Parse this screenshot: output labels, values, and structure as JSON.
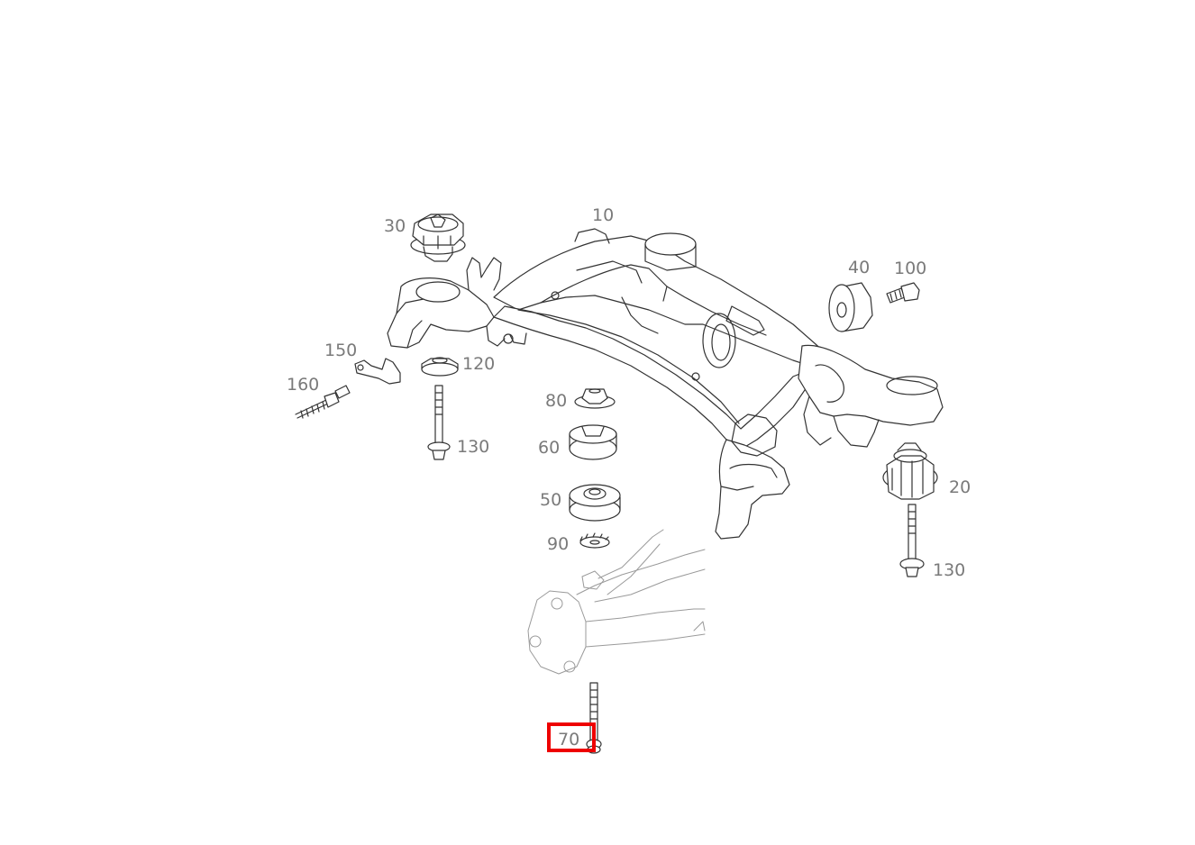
{
  "callouts": {
    "c10": "10",
    "c20": "20",
    "c30": "30",
    "c40": "40",
    "c50": "50",
    "c60": "60",
    "c70": "70",
    "c80": "80",
    "c90": "90",
    "c100": "100",
    "c120": "120",
    "c130_left": "130",
    "c130_right": "130",
    "c150": "150",
    "c160": "160"
  },
  "highlighted_part": "70",
  "colors": {
    "highlight": "#ee0000",
    "line": "#333333",
    "label": "#7a7a7a",
    "background": "#ffffff"
  }
}
